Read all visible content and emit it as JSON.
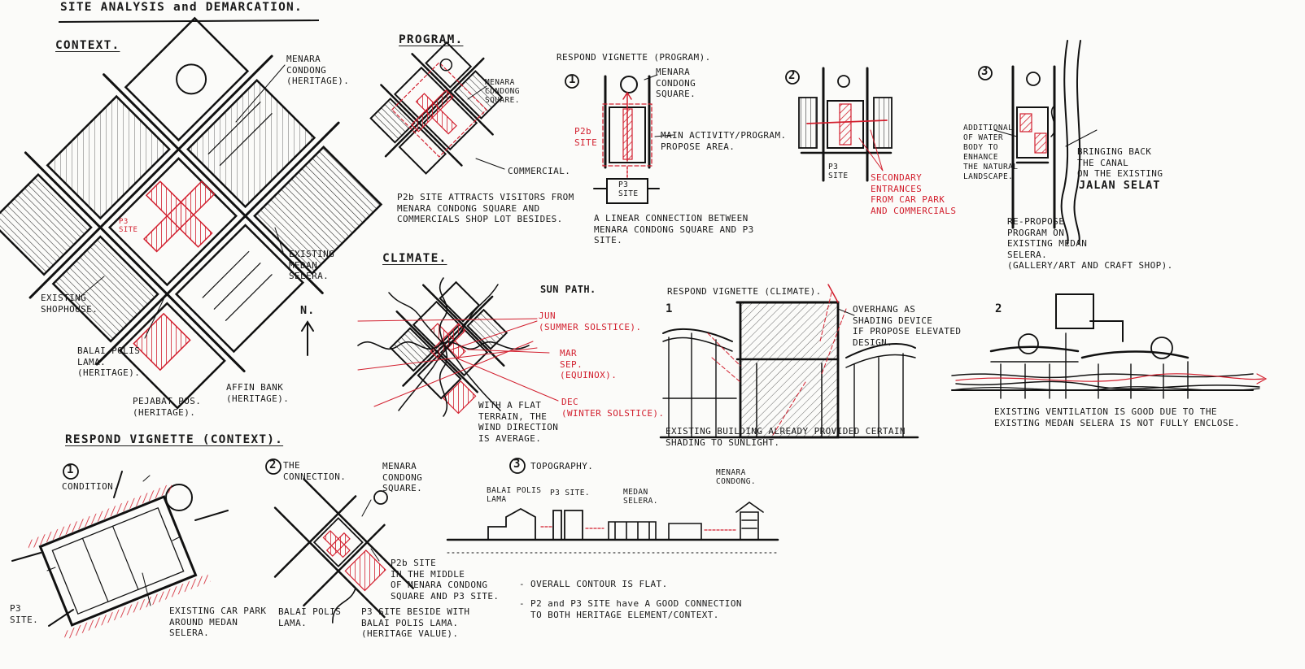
{
  "title": "SITE ANALYSIS and DEMARCATION.",
  "colors": {
    "ink": "#1a1a1a",
    "accent": "#d21f2e",
    "paper": "#fbfbf9"
  },
  "context": {
    "heading": "CONTEXT.",
    "menara": "MENARA\nCONDONG\n(HERITAGE).",
    "medan": "EXISTING\nMEDAN\nSELERA.",
    "shophouse": "EXISTING\nSHOPHOUSE.",
    "north": "N.",
    "balai": "BALAI POLIS\nLAMA.\n(HERITAGE).",
    "pejabat": "PEJABAT POS.\n(HERITAGE).",
    "affin": "AFFIN BANK\n(HERITAGE).",
    "p3": "P3\nSITE"
  },
  "program": {
    "heading": "PROGRAM.",
    "menara_square": "MENARA\nCONDONG\nSQUARE.",
    "commercial": "COMMERCIAL.",
    "caption": "P2b SITE ATTRACTS VISITORS FROM\nMENARA CONDONG SQUARE AND\nCOMMERCIALS SHOP LOT BESIDES."
  },
  "respond_program": {
    "heading": "RESPOND VIGNETTE (PROGRAM).",
    "n1": "1",
    "n2": "2",
    "n3": "3",
    "menara_square": "MENARA\nCONDONG\nSQUARE.",
    "p2b": "P2b\nSITE",
    "main_activity": "MAIN ACTIVITY/PROGRAM.\nPROPOSE AREA.",
    "p3_site": "P3\nSITE",
    "linear": "A LINEAR CONNECTION BETWEEN\nMENARA CONDONG SQUARE AND P3\nSITE.",
    "p3_site_2": "P3\nSITE",
    "secondary": "SECONDARY\nENTRANCES\nFROM CAR PARK\nAND COMMERCIALS",
    "additional": "ADDITIONAL\nOF WATER\nBODY TO\nENHANCE\nTHE NATURAL\nLANDSCAPE.",
    "bringing": "BRINGING BACK\nTHE CANAL\nON THE EXISTING",
    "jalan": "JALAN SELAT",
    "repropose": "RE-PROPOSE\nPROGRAM ON\nEXISTING MEDAN\nSELERA.\n(GALLERY/ART AND CRAFT SHOP)."
  },
  "climate": {
    "heading": "CLIMATE.",
    "sun_path": "SUN PATH.",
    "jun": "JUN\n(SUMMER SOLSTICE).",
    "mar": "MAR\nSEP.\n(EQUINOX).",
    "dec": "DEC\n(WINTER SOLSTICE).",
    "wind": "WITH A FLAT\nTERRAIN, THE\nWIND DIRECTION\nIS AVERAGE."
  },
  "respond_climate": {
    "heading": "RESPOND VIGNETTE (CLIMATE).",
    "n1": "1",
    "n2": "2",
    "overhang": "OVERHANG AS\nSHADING DEVICE\nIF PROPOSE ELEVATED\nDESIGN.",
    "existing_building": "EXISTING BUILDING ALREADY PROVIDED CERTAIN\nSHADING TO SUNLIGHT.",
    "ventilation": "EXISTING VENTILATION IS GOOD DUE TO THE\nEXISTING MEDAN SELERA IS NOT FULLY ENCLOSE."
  },
  "respond_context": {
    "heading": "RESPOND VIGNETTE (CONTEXT).",
    "n1": "1",
    "condition": "CONDITION.",
    "p3_site": "P3\nSITE.",
    "car_park": "EXISTING CAR PARK\nAROUND MEDAN\nSELERA.",
    "n2": "2",
    "connection": "THE\nCONNECTION.",
    "menara_square": "MENARA\nCONDONG\nSQUARE.",
    "p2b_middle": "P2b SITE\nIN THE MIDDLE\nOF MENARA CONDONG\nSQUARE AND P3 SITE.",
    "balai": "BALAI POLIS\nLAMA.",
    "p3_beside": "P3 SITE BESIDE WITH\nBALAI POLIS LAMA.\n(HERITAGE VALUE)."
  },
  "topography": {
    "n3": "3",
    "heading": "TOPOGRAPHY.",
    "balai": "BALAI POLIS\nLAMA",
    "p3": "P3 SITE.",
    "medan": "MEDAN\nSELERA.",
    "menara": "MENARA\nCONDONG.",
    "flat": "- OVERALL CONTOUR IS FLAT.",
    "connection": "- P2 and P3 SITE have A GOOD CONNECTION\n  TO BOTH HERITAGE ELEMENT/CONTEXT."
  }
}
